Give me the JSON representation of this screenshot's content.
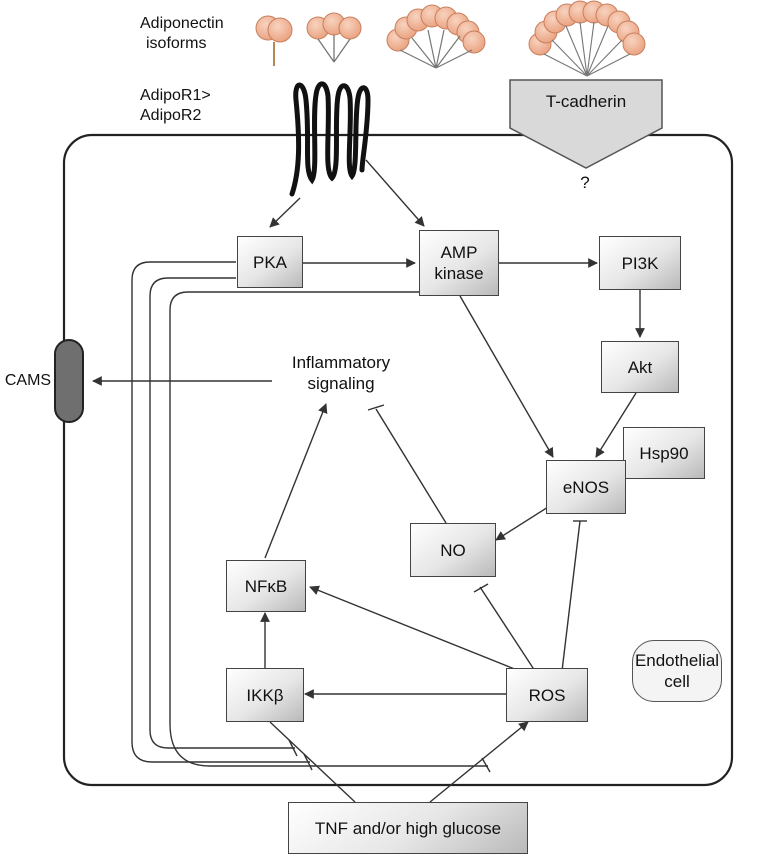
{
  "labels": {
    "adiponectin_line1": "Adiponectin",
    "adiponectin_line2": "isoforms",
    "adipor_line1": "AdipoR1>",
    "adipor_line2": "AdipoR2",
    "t_cadherin": "T-cadherin",
    "question": "?",
    "cams": "CAMS",
    "inflammatory_line1": "Inflammatory",
    "inflammatory_line2": "signaling",
    "endothelial_line1": "Endothelial",
    "endothelial_line2": "cell"
  },
  "nodes": {
    "pka": "PKA",
    "amp_line1": "AMP",
    "amp_line2": "kinase",
    "pi3k": "PI3K",
    "akt": "Akt",
    "hsp90": "Hsp90",
    "enos": "eNOS",
    "no": "NO",
    "nfkb": "NFκB",
    "ikkb": "IKKβ",
    "ros": "ROS",
    "tnf": "TNF and/or high glucose"
  },
  "colors": {
    "adiponectin_fill": "#f2b99a",
    "adiponectin_stroke": "#c9805f",
    "cams_fill": "#6f6f6f",
    "line": "#333333"
  }
}
